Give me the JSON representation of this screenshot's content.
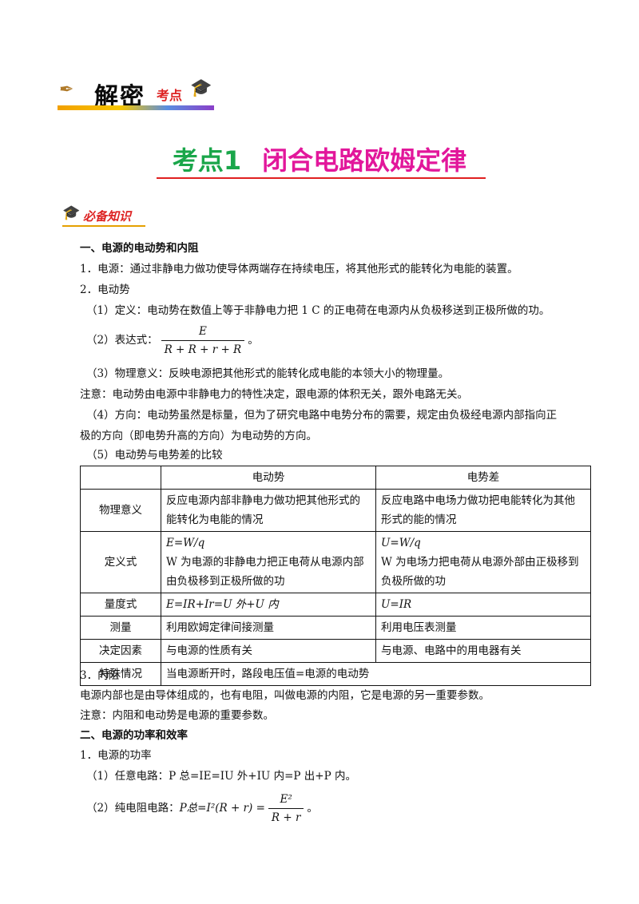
{
  "banner": {
    "title": "解密",
    "sub": "考点"
  },
  "heading": {
    "number": "考点1",
    "text": "闭合电路欧姆定律"
  },
  "badge": {
    "label": "必备知识"
  },
  "s1": {
    "heading": "一、电源的电动势和内阻",
    "p1": "1．电源：通过非静电力做功使导体两端存在持续电压，将其他形式的能转化为电能的装置。",
    "p2": "2．电动势",
    "p3": "（1）定义：电动势在数值上等于非静电力把 1 C 的正电荷在电源内从负极移送到正极所做的功。",
    "p4_label": "（2）表达式：",
    "p4_num": "E",
    "p4_den": "R + R + r + R",
    "p4_end": "。",
    "p5": "（3）物理意义：反映电源把其他形式的能转化成电能的本领大小的物理量。",
    "p6": "注意：电动势由电源中非静电力的特性决定，跟电源的体积无关，跟外电路无关。",
    "p7a": "（4）方向：电动势虽然是标量，但为了研究电路中电势分布的需要，规定由负极经电源内部指向正",
    "p7b": "极的方向（即电势升高的方向）为电动势的方向。",
    "p8": "（5）电动势与电势差的比较"
  },
  "table": {
    "headers": [
      "",
      "电动势",
      "电势差"
    ],
    "rows": [
      {
        "label": "物理意义",
        "c1": [
          "反应电源内部非静电力做功把其他形式的",
          "能转化为电能的情况"
        ],
        "c2": [
          "反应电路中电场力做功把电能转化为其他",
          "形式的能的情况"
        ]
      },
      {
        "label": "定义式",
        "c1": [
          "E=W/q",
          "W 为电源的非静电力把正电荷从电源内部",
          "由负极移到正极所做的功"
        ],
        "c2": [
          "U=W/q",
          "W 为电场力把电荷从电源外部由正极移到",
          "负极所做的功"
        ]
      },
      {
        "label": "量度式",
        "c1": [
          "E=IR+Ir=U 外+U 内"
        ],
        "c2": [
          "U=IR"
        ]
      },
      {
        "label": "测量",
        "c1": [
          "利用欧姆定律间接测量"
        ],
        "c2": [
          "利用电压表测量"
        ]
      },
      {
        "label": "决定因素",
        "c1": [
          "与电源的性质有关"
        ],
        "c2": [
          "与电源、电路中的用电器有关"
        ]
      },
      {
        "label": "特殊情况",
        "span": "当电源断开时，路段电压值=电源的电动势"
      }
    ]
  },
  "s1b": {
    "p9": "3．内阻",
    "p10": "电源内部也是由导体组成的，也有电阻，叫做电源的内阻，它是电源的另一重要参数。",
    "p11": "注意：内阻和电动势是电源的重要参数。"
  },
  "s2": {
    "heading": "二、电源的功率和效率",
    "p1": "1．电源的功率",
    "p2": "（1）任意电路：P 总=IE=IU 外+IU 内=P 出+P 内。",
    "p3_label": "（2）纯电阻电路：",
    "p3_expr": "P总=I²(R + r) =",
    "p3_num": "E²",
    "p3_den": "R + r",
    "p3_end": "。"
  }
}
